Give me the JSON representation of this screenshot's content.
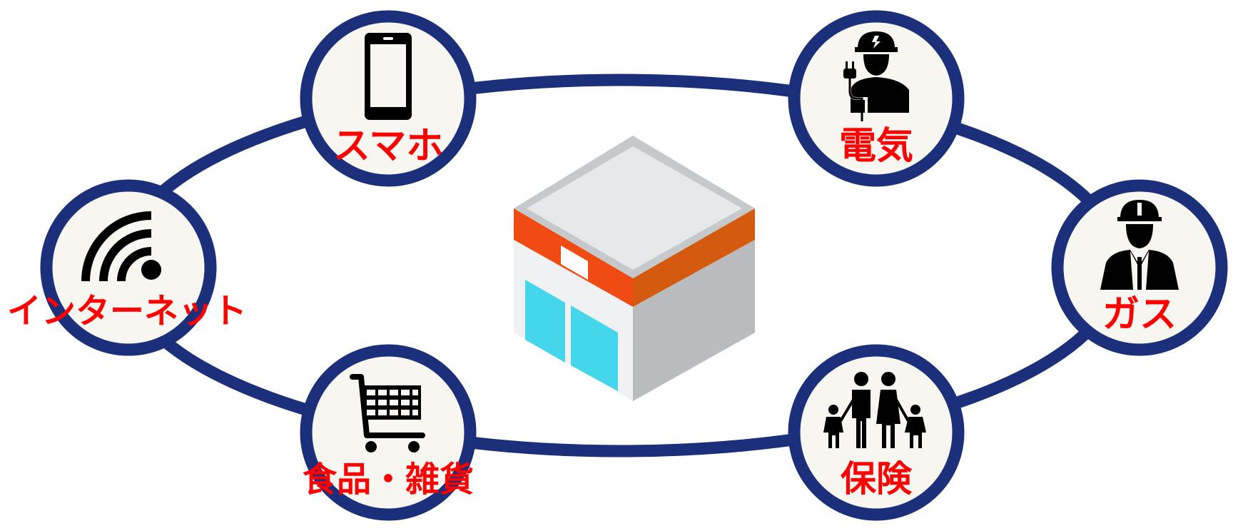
{
  "colors": {
    "ring": "#1b2f7a",
    "node_fill": "#f8f6f1",
    "label": "#ff0000",
    "icon": "#000000",
    "store_roof_top": "#e6e8ea",
    "store_roof_rim": "#c6c9cc",
    "store_band_left": "#ef4b12",
    "store_band_right": "#d45a10",
    "store_wall_left": "#f0f1f2",
    "store_wall_right": "#b9bbbe",
    "store_glass": "#46d6ec"
  },
  "nodes": [
    {
      "id": "smartphone",
      "label": "スマホ",
      "icon": "smartphone-icon"
    },
    {
      "id": "electricity",
      "label": "電気",
      "icon": "electrician-icon"
    },
    {
      "id": "internet",
      "label": "インターネット",
      "icon": "wifi-icon"
    },
    {
      "id": "gas",
      "label": "ガス",
      "icon": "gas-worker-icon"
    },
    {
      "id": "food",
      "label": "食品・雑貨",
      "icon": "shopping-cart-icon"
    },
    {
      "id": "insurance",
      "label": "保険",
      "icon": "family-icon"
    }
  ],
  "center": {
    "icon": "convenience-store-icon"
  }
}
